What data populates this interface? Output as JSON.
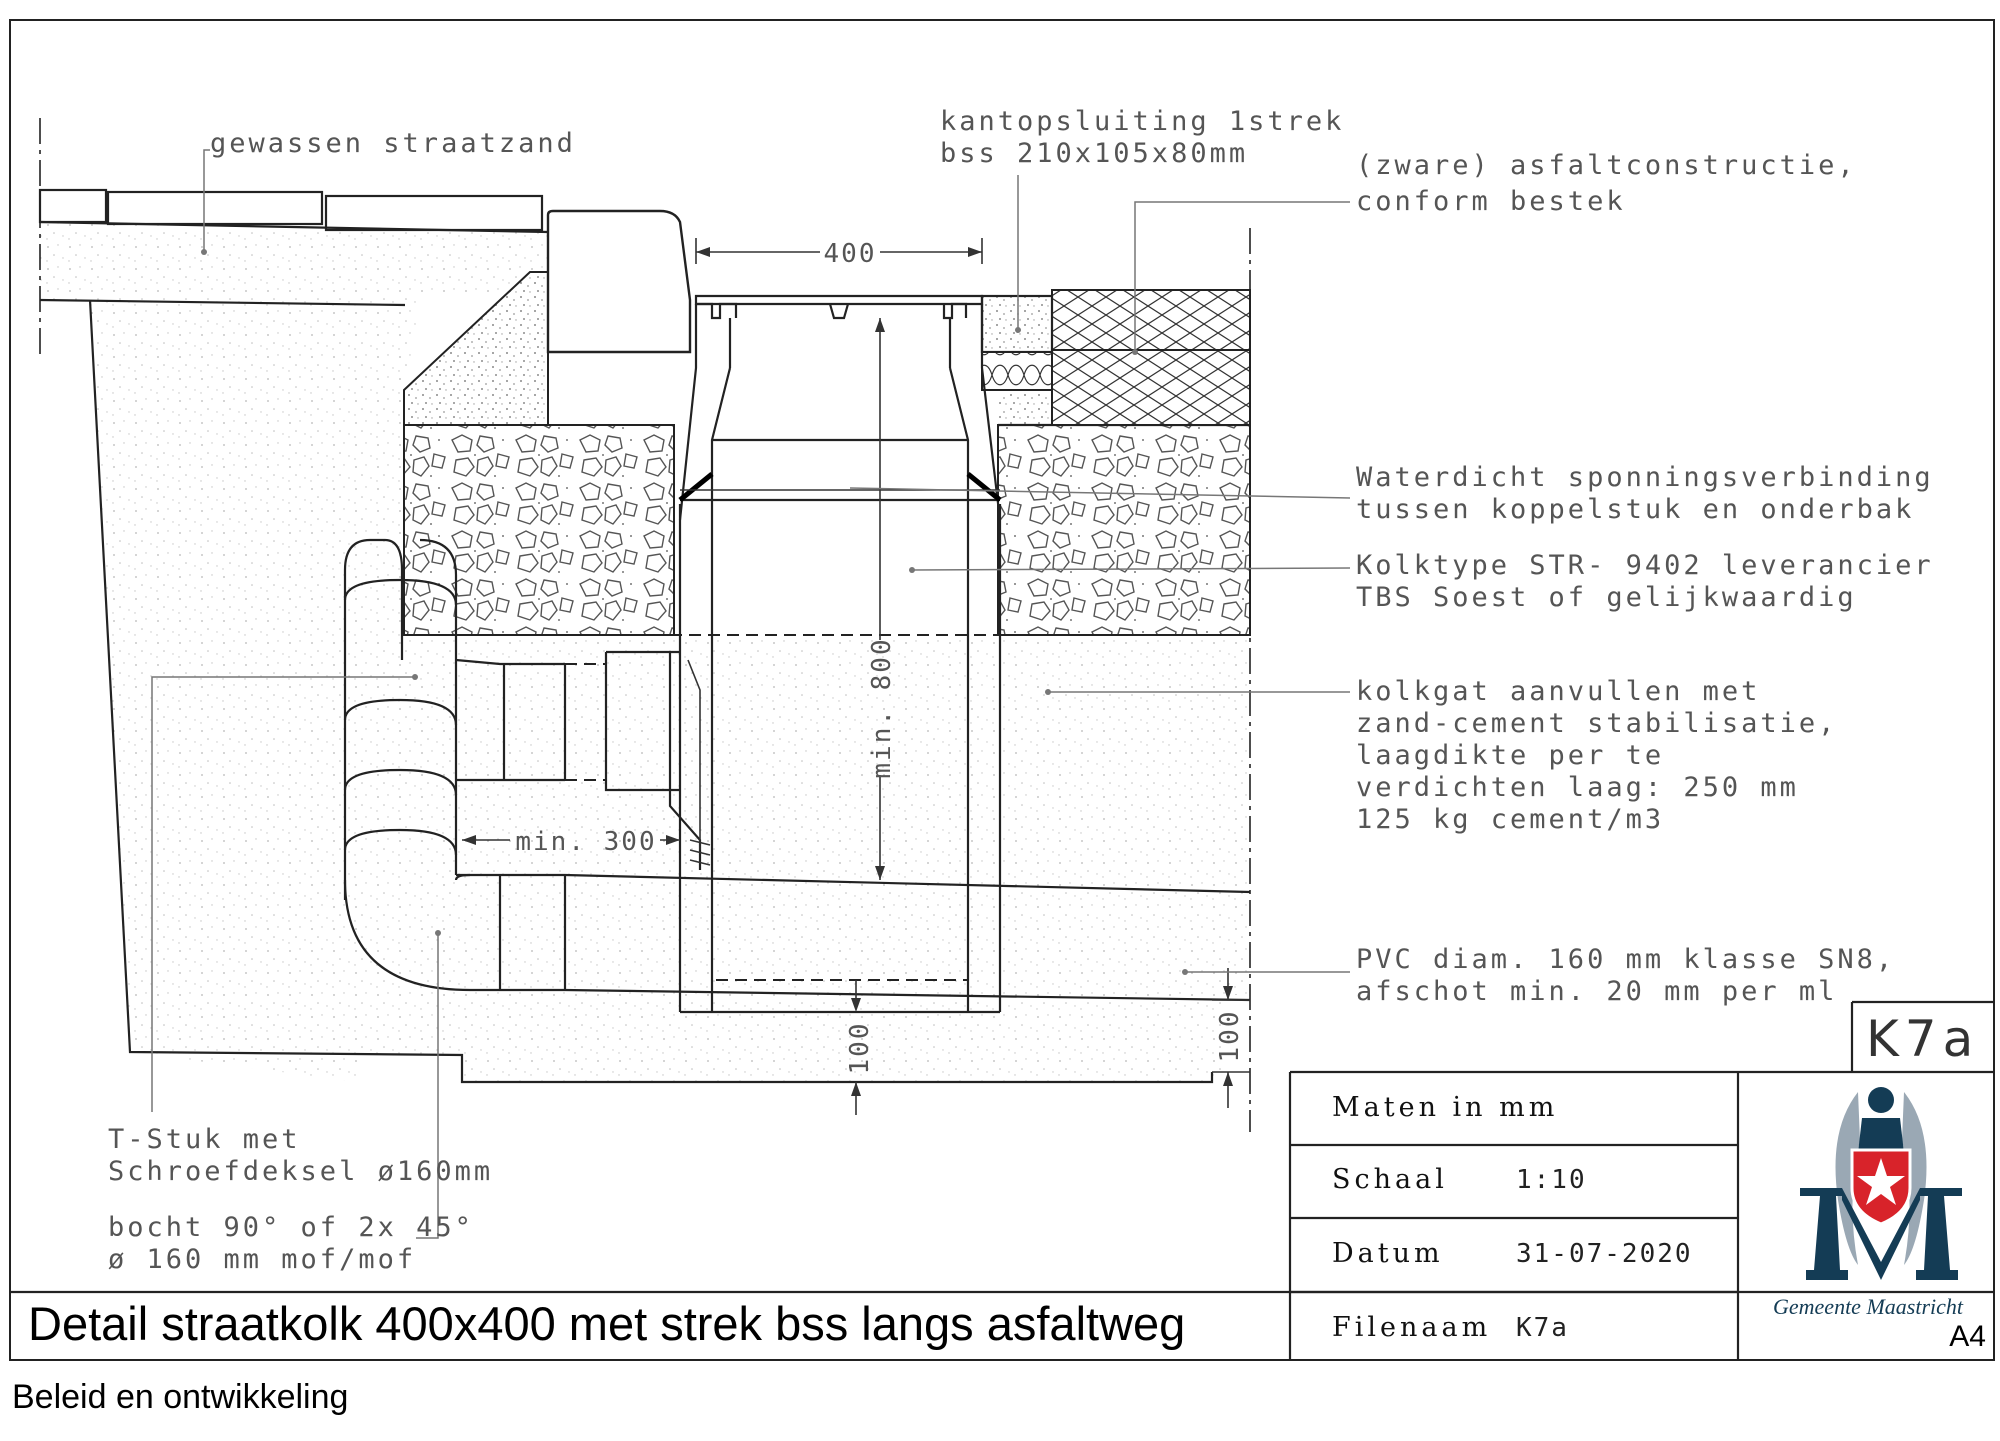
{
  "drawing": {
    "labels": {
      "gewassen_straatzand": "gewassen straatzand",
      "kantopsluiting_1": "kantopsluiting 1strek",
      "kantopsluiting_2": "bss 210x105x80mm",
      "asfalt_1": "(zware) asfaltconstructie,",
      "asfalt_2": "conform bestek",
      "waterdicht_1": "Waterdicht sponningsverbinding",
      "waterdicht_2": "tussen koppelstuk en onderbak",
      "kolktype_1": "Kolktype STR- 9402 leverancier",
      "kolktype_2": "TBS Soest of gelijkwaardig",
      "kolkgat_1": "kolkgat aanvullen met",
      "kolkgat_2": "zand-cement stabilisatie,",
      "kolkgat_3": "laagdikte per te",
      "kolkgat_4": "verdichten laag: 250 mm",
      "kolkgat_5": "125 kg cement/m3",
      "pvc_1": "PVC diam. 160 mm klasse SN8,",
      "pvc_2": "afschot min. 20 mm per ml",
      "tstuk_1": "T-Stuk met",
      "tstuk_2": "Schroefdeksel ø160mm",
      "bocht_1": "bocht 90° of 2x 45°",
      "bocht_2": "ø 160 mm mof/mof"
    },
    "dimensions": {
      "width_400": "400",
      "min_800": "min. 800",
      "min_300": "min. 300",
      "d100_a": "100",
      "d100_b": "100"
    }
  },
  "title_block": {
    "code": "K7a",
    "maten_label": "Maten in mm",
    "schaal_label": "Schaal",
    "schaal_value": "1:10",
    "datum_label": "Datum",
    "datum_value": "31-07-2020",
    "filenaam_label": "Filenaam",
    "filenaam_value": "K7a",
    "municipality": "Gemeente Maastricht",
    "paper_size": "A4"
  },
  "title": "Detail straatkolk 400x400 met strek bss langs asfaltweg",
  "department": "Beleid en ontwikkeling",
  "colors": {
    "logo_blue": "#143c55",
    "logo_red": "#d8232a",
    "logo_grey": "#9aa8b4"
  }
}
